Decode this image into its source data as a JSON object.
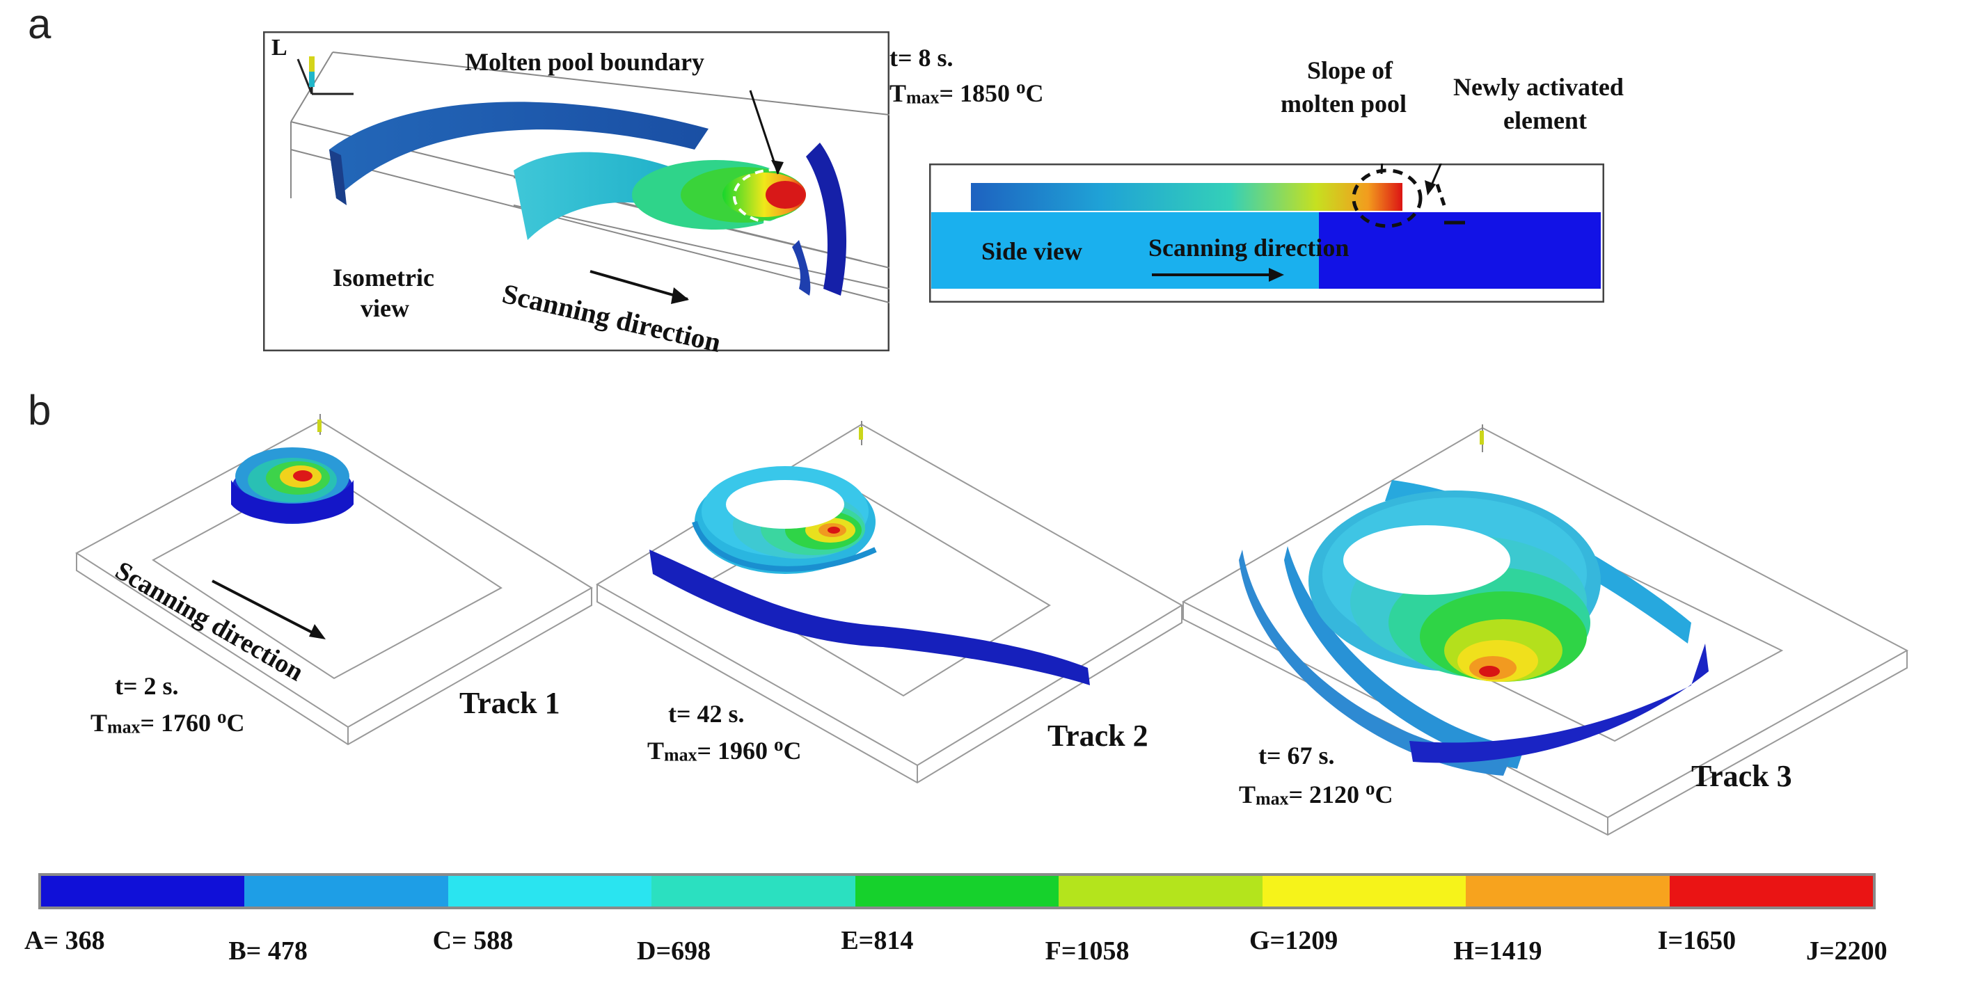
{
  "panels": {
    "a": {
      "letter": "a",
      "isometric": {
        "callout_boundary": "Molten pool boundary",
        "axis_label": "L",
        "view_label_line1": "Isometric",
        "view_label_line2": "view",
        "direction_label": "Scanning direction"
      },
      "time_label": "t= 8 s.",
      "tmax": {
        "prefix": "T",
        "sub": "max",
        "value": "= 1850 ",
        "sup": "o",
        "unit": "C"
      },
      "side": {
        "slope_line1": "Slope of",
        "slope_line2": "molten pool",
        "newly_line1": "Newly activated",
        "newly_line2": "element",
        "view_label": "Side view",
        "direction_label": "Scanning direction"
      }
    },
    "b": {
      "letter": "b",
      "direction_label": "Scanning direction",
      "tracks": [
        {
          "name": "Track 1",
          "time": "t= 2 s.",
          "tmax": {
            "prefix": "T",
            "sub": "max",
            "value": "= 1760 ",
            "sup": "o",
            "unit": "C"
          }
        },
        {
          "name": "Track 2",
          "time": "t= 42 s.",
          "tmax": {
            "prefix": "T",
            "sub": "max",
            "value": "= 1960 ",
            "sup": "o",
            "unit": "C"
          }
        },
        {
          "name": "Track 3",
          "time": "t= 67 s.",
          "tmax": {
            "prefix": "T",
            "sub": "max",
            "value": "= 2120 ",
            "sup": "o",
            "unit": "C"
          }
        }
      ]
    }
  },
  "legend": {
    "colors": [
      "#1010d8",
      "#1e9ee6",
      "#2ae4f0",
      "#2be0c0",
      "#16d12c",
      "#b4e41c",
      "#f6f31a",
      "#f7a31e",
      "#ea1414"
    ],
    "labels": [
      "A= 368",
      "B= 478",
      "C= 588",
      "D=698",
      "E=814",
      "F=1058",
      "G=1209",
      "H=1419",
      "I=1650",
      "J=2200"
    ]
  }
}
